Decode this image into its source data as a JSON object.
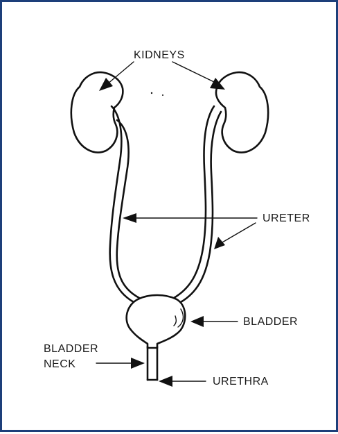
{
  "labels": {
    "kidneys": "KIDNEYS",
    "ureter": "URETER",
    "bladder": "BLADDER",
    "bladder_neck_line1": "BLADDER",
    "bladder_neck_line2": "NECK",
    "urethra": "URETHRA"
  },
  "colors": {
    "frame_border": "#1d3f7a",
    "ink": "#111111"
  }
}
